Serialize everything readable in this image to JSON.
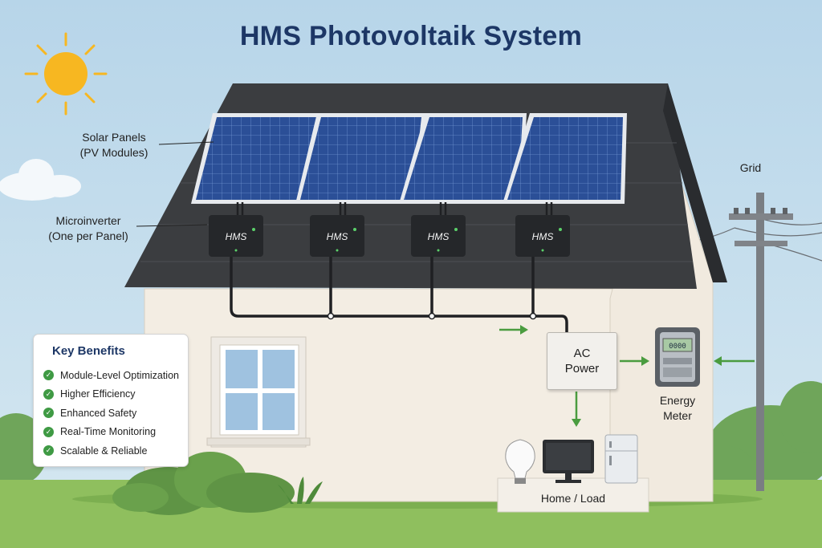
{
  "title": "HMS Photovoltaik System",
  "labels": {
    "solar_panels": [
      "Solar Panels",
      "(PV Modules)"
    ],
    "microinverter": [
      "Microinverter",
      "(One per Panel)"
    ],
    "grid": "Grid",
    "ac_power": [
      "AC",
      "Power"
    ],
    "energy_meter": [
      "Energy",
      "Meter"
    ],
    "home_load": "Home / Load"
  },
  "microinverter_brand": "HMS",
  "meter_display": "0000",
  "benefits": {
    "title": "Key Benefits",
    "items": [
      "Module-Level Optimization",
      "Higher Efficiency",
      "Enhanced Safety",
      "Real-Time Monitoring",
      "Scalable & Reliable"
    ]
  },
  "colors": {
    "title": "#1d3766",
    "sky": "#bcd9ea",
    "roof": "#3b3d40",
    "wall": "#f3ede3",
    "panel": "#2b4f97",
    "arrow": "#4a9c3f",
    "grass": "#8fbf5e"
  },
  "icons": [
    "sun-icon",
    "cloud-icon",
    "light-bulb-icon",
    "monitor-icon",
    "fridge-icon",
    "check-icon",
    "utility-pole-icon"
  ]
}
